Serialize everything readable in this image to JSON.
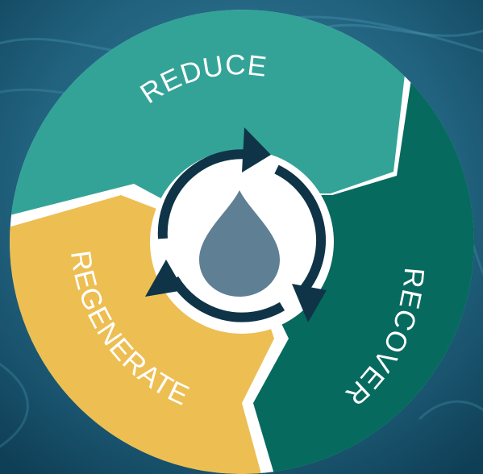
{
  "diagram": {
    "segments": [
      {
        "id": "reduce",
        "label": "REDUCE",
        "color": "#34a397"
      },
      {
        "id": "recover",
        "label": "RECOVER",
        "color": "#066a5f"
      },
      {
        "id": "regenerate",
        "label": "REGENERATE",
        "color": "#edbe52"
      }
    ],
    "center_icon": "water-drop-icon",
    "cycle_icon": "recycle-arrows-icon",
    "colors": {
      "background_water": "#1f5f7a",
      "divider": "#ffffff",
      "arrows": "#0f3448",
      "drop": "#5f7f94"
    }
  }
}
